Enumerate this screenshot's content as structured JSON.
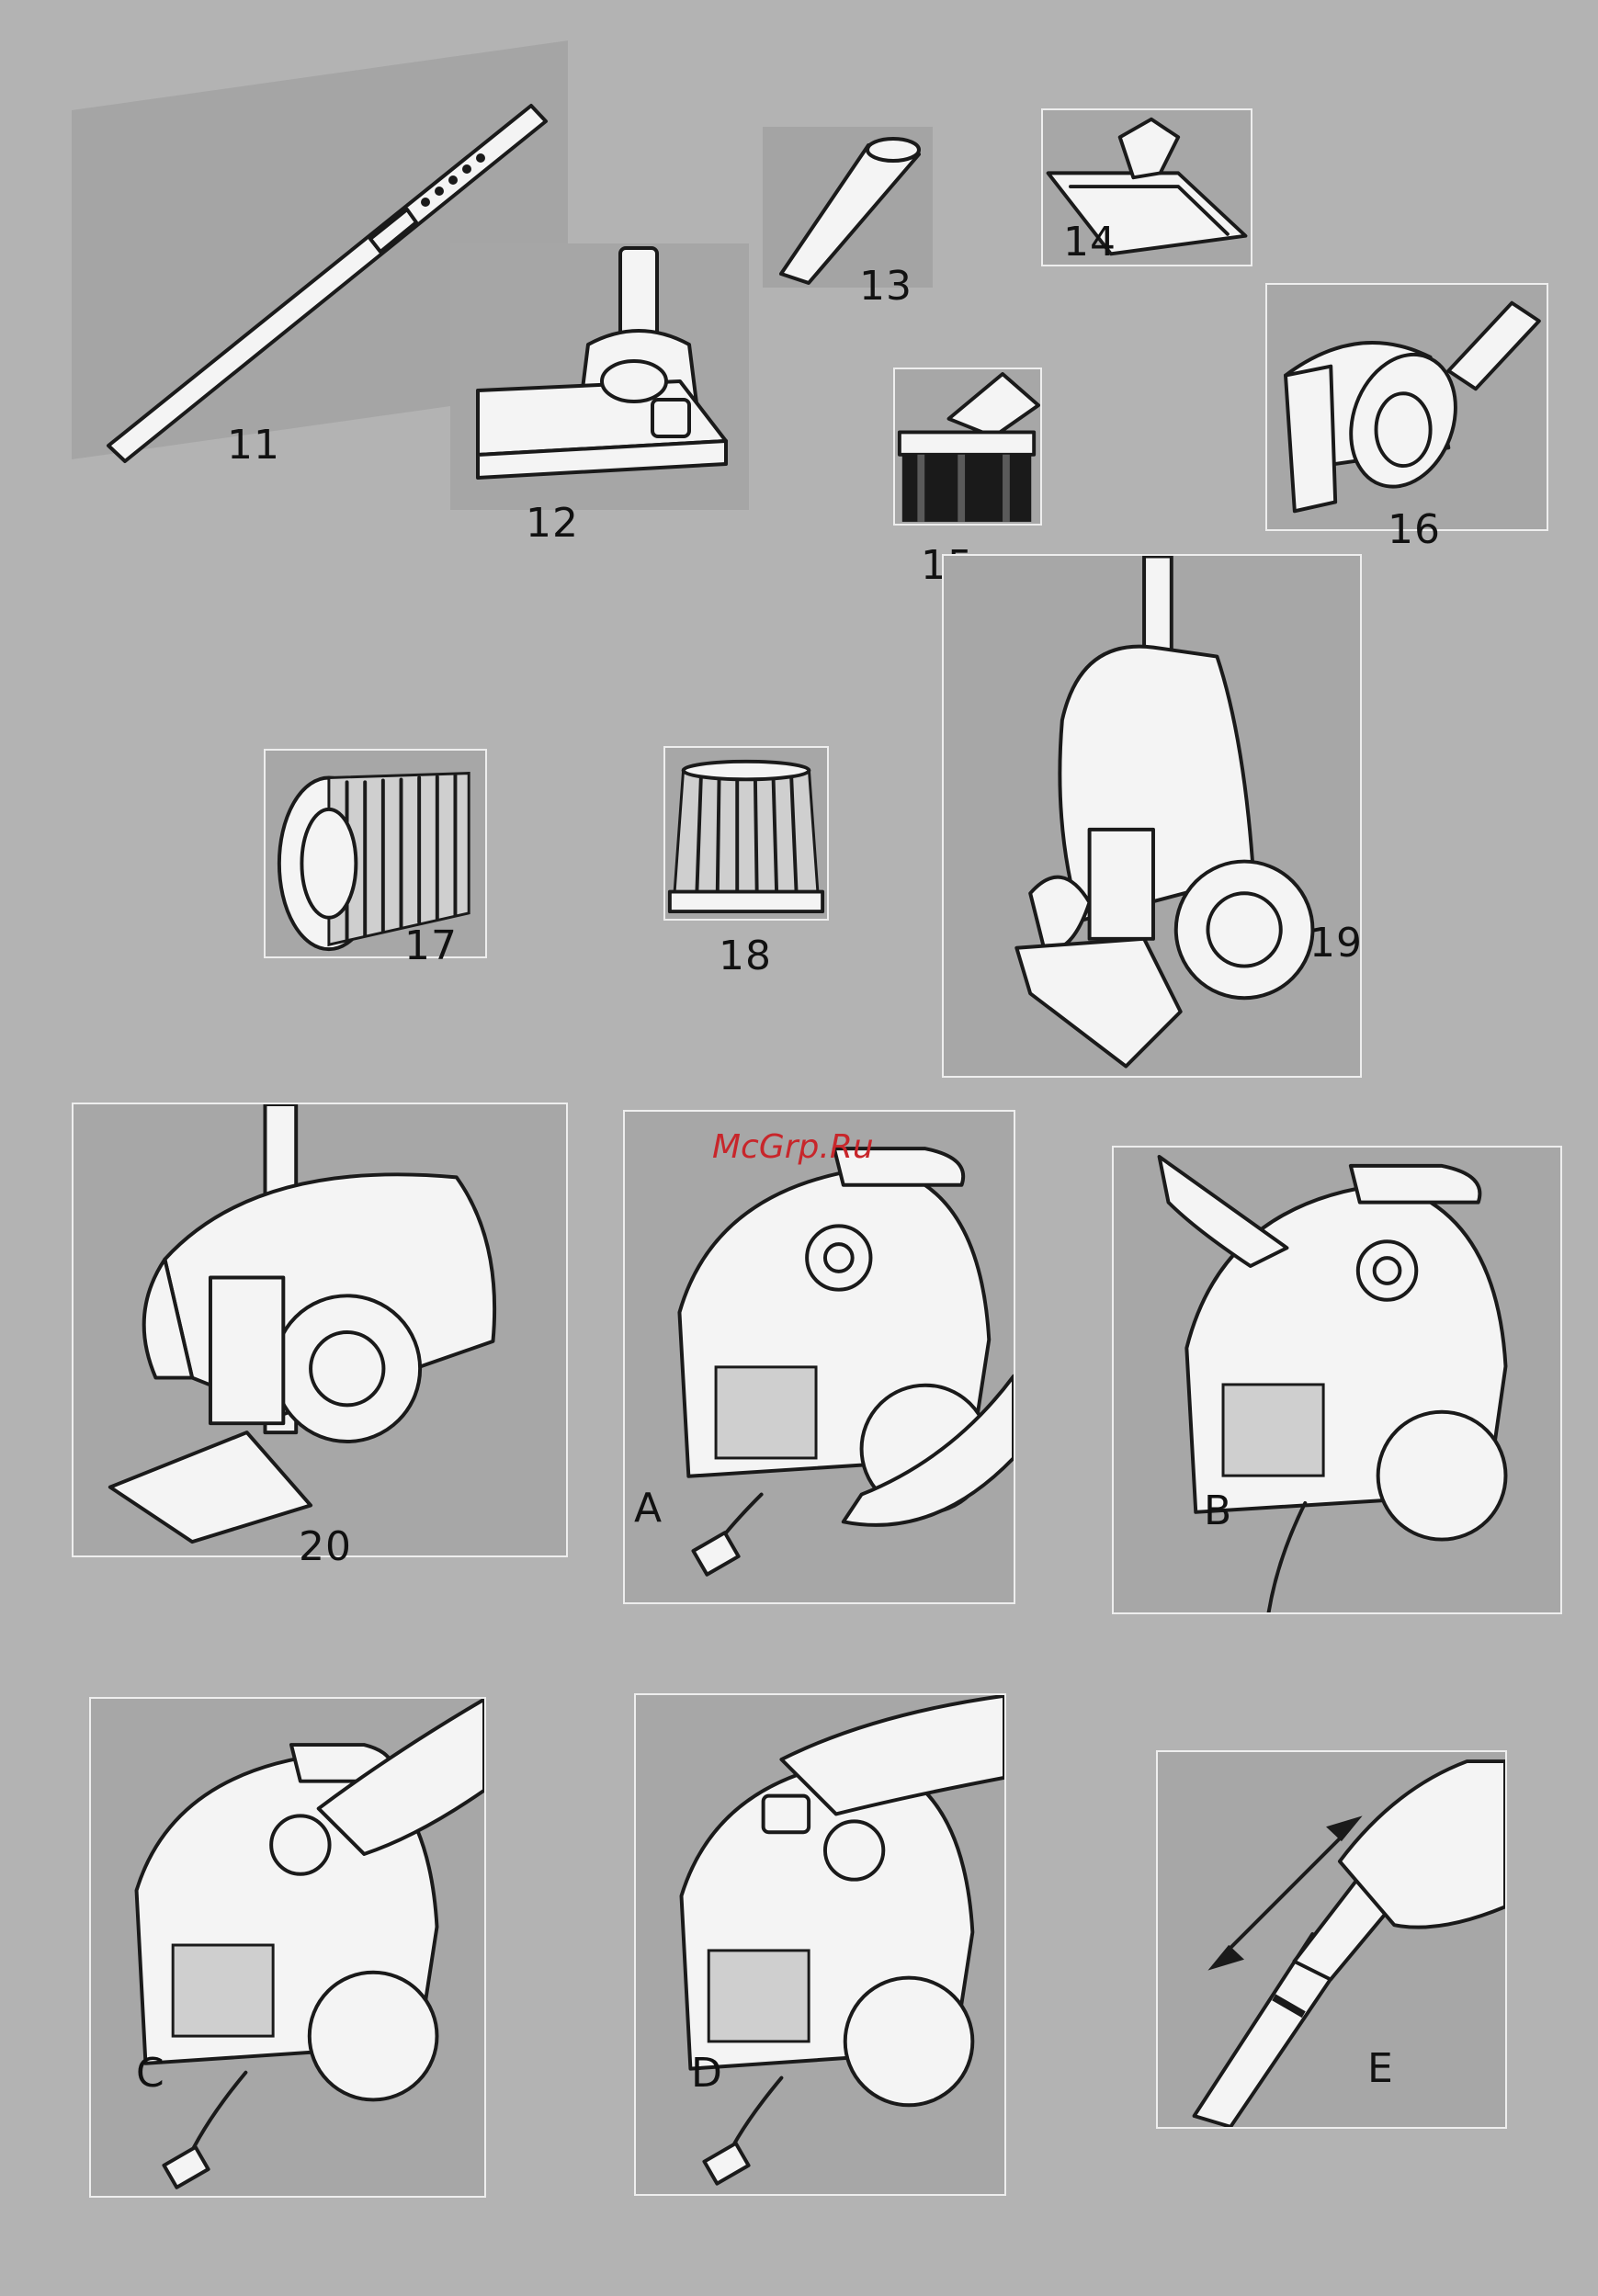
{
  "watermark": "McGrp.Ru",
  "figures": {
    "f11": "11",
    "f12": "12",
    "f13": "13",
    "f14": "14",
    "f15": "15",
    "f16": "16",
    "f17": "17",
    "f18": "18",
    "f19": "19",
    "f20": "20",
    "fA": "A",
    "fB": "B",
    "fC": "C",
    "fD": "D",
    "fE": "E"
  }
}
